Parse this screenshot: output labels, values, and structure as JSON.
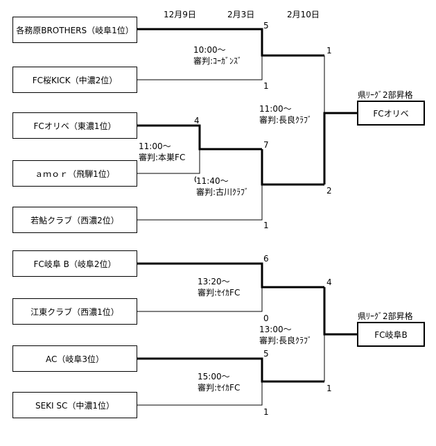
{
  "dates": [
    "12月9日",
    "2月3日",
    "2月10日"
  ],
  "teams": [
    "各務原BROTHERS（岐阜1位）",
    "FC桜KICK（中濃2位）",
    "FCオリベ（東濃1位）",
    "ａｍｏｒ（飛騨1位）",
    "若鮎クラブ（西濃2位）",
    "FC岐阜 B（岐阜2位）",
    "江東クラブ（西濃1位）",
    "AC（岐阜3位）",
    "SEKI SC（中濃1位）"
  ],
  "scores": {
    "s1": "5",
    "s2": "1",
    "s3": "4",
    "s4": "0",
    "s5": "7",
    "s6": "1",
    "s7": "1",
    "s8": "2",
    "s9": "6",
    "s10": "0",
    "s11": "5",
    "s12": "1",
    "s13": "4",
    "s14": "1"
  },
  "matches": {
    "m1": {
      "time": "10:00～",
      "ref": "審判:ｺｰｶﾞﾝｽﾞ"
    },
    "m2": {
      "time": "11:00～",
      "ref": "審判:本巣FC"
    },
    "m3": {
      "time": "11:40～",
      "ref": "審判:古川ｸﾗﾌﾞ"
    },
    "m4": {
      "time": "11:00～",
      "ref": "審判:長良ｸﾗﾌﾞ"
    },
    "m5": {
      "time": "13:20～",
      "ref": "審判:ｾｲｶFC"
    },
    "m6": {
      "time": "15:00～",
      "ref": "審判:ｾｲｶFC"
    },
    "m7": {
      "time": "13:00～",
      "ref": "審判:長良ｸﾗﾌﾞ"
    }
  },
  "promotion_label": "県ﾘｰｸﾞ2部昇格",
  "winners": [
    "FCオリベ",
    "FC岐阜B"
  ]
}
